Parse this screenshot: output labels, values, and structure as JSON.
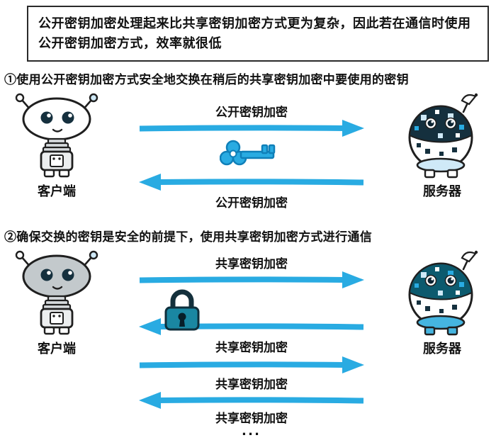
{
  "note_box": {
    "text": "公开密钥加密处理起来比共享密钥加密方式更为复杂，因此若在通信时使用公开密钥加密方式，效率就很低"
  },
  "sections": [
    {
      "heading": "①使用公开密钥加密方式安全地交换在稍后的共享密钥加密中要使用的密钥",
      "client_label": "客户端",
      "server_label": "服务器",
      "arrow_labels": [
        "公开密钥加密",
        "公开密钥加密"
      ],
      "icon": "key-icon"
    },
    {
      "heading": "②确保交换的密钥是安全的前提下，使用共享密钥加密方式进行通信",
      "client_label": "客户端",
      "server_label": "服务器",
      "arrow_labels": [
        "共享密钥加密",
        "共享密钥加密",
        "共享密钥加密",
        "共享密钥加密"
      ],
      "icon": "lock-icon",
      "ellipsis": "..."
    }
  ],
  "colors": {
    "arrow": "#29abe2",
    "ink": "#1f1f1f",
    "sky": "#cfe9f7",
    "navy_dome": "#15303e",
    "teal_dome": "#0c5a6e",
    "sky_base": "#cfe9f7",
    "cyan_base": "#45b5e0",
    "gray_head": "#c3c9cc",
    "lock_body": "#1a87a2",
    "key_outline": "#0f7fb8"
  }
}
